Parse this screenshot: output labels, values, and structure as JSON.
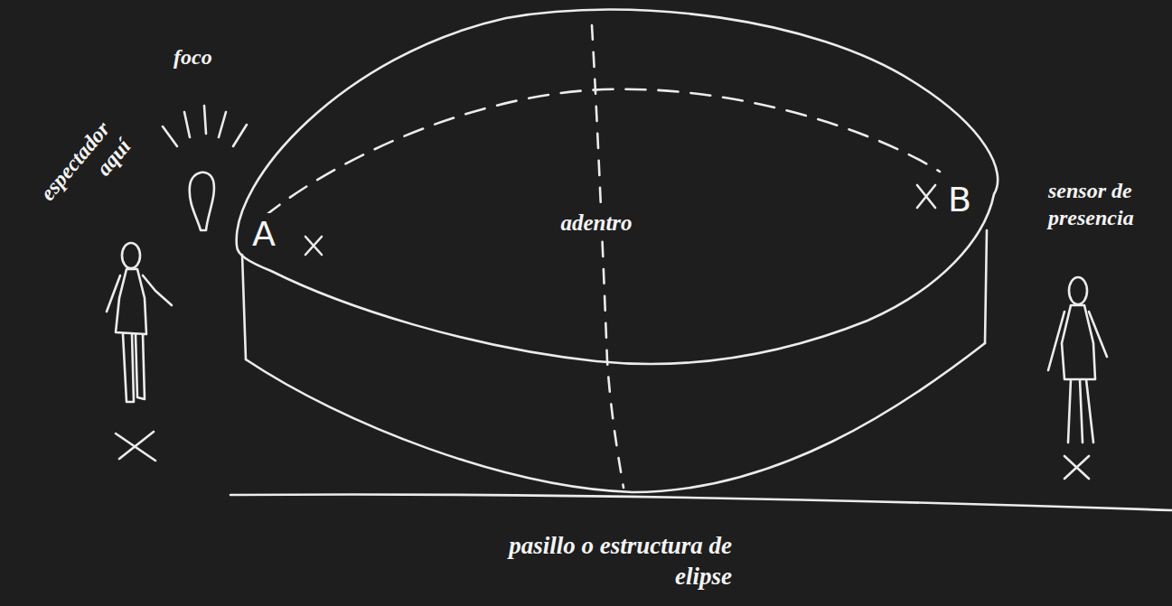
{
  "diagram": {
    "nodes": [
      {
        "text": [
          "adentro"
        ]
      }
    ],
    "labels": [
      "foco",
      "espectador aquí",
      "sensor de presencia",
      "A",
      "B",
      "pasillo o estructura de elipse"
    ]
  }
}
